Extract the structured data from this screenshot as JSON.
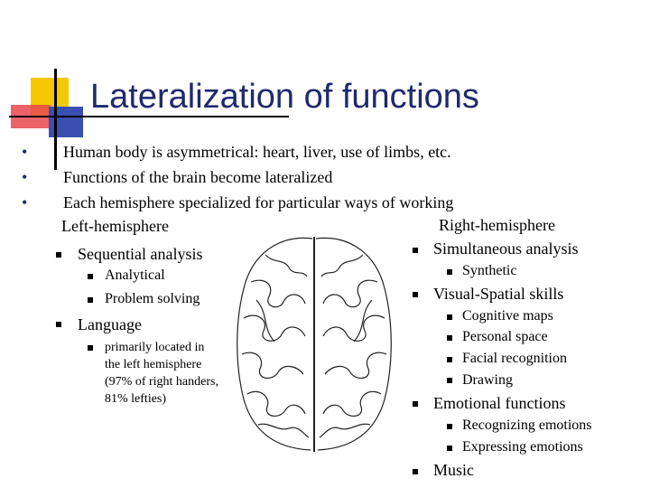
{
  "title": "Lateralization of functions",
  "bullets": [
    "Human body is asymmetrical: heart, liver, use of limbs, etc.",
    "Functions of the brain become lateralized",
    "Each hemisphere specialized for particular ways of working"
  ],
  "left": {
    "heading": "Left-hemisphere",
    "items": {
      "sequential": "Sequential analysis",
      "analytical": "Analytical",
      "problem": "Problem solving",
      "language": "Language",
      "note": "primarily located in the left hemisphere (97% of right handers, 81% lefties)"
    }
  },
  "right": {
    "heading": "Right-hemisphere",
    "items": {
      "simultaneous": "Simultaneous analysis",
      "synthetic": "Synthetic",
      "visual": "Visual-Spatial skills",
      "cognitive": "Cognitive maps",
      "personal": "Personal space",
      "facial": "Facial recognition",
      "drawing": "Drawing",
      "emotional": "Emotional functions",
      "recognizing": "Recognizing emotions",
      "expressing": "Expressing emotions",
      "music": "Music"
    }
  },
  "colors": {
    "title": "#1f2a6e",
    "accent_yellow": "#f5c800",
    "accent_red": "#e8484f",
    "accent_blue": "#3a4fb0"
  },
  "image": {
    "brain_label": "brain-illustration"
  }
}
